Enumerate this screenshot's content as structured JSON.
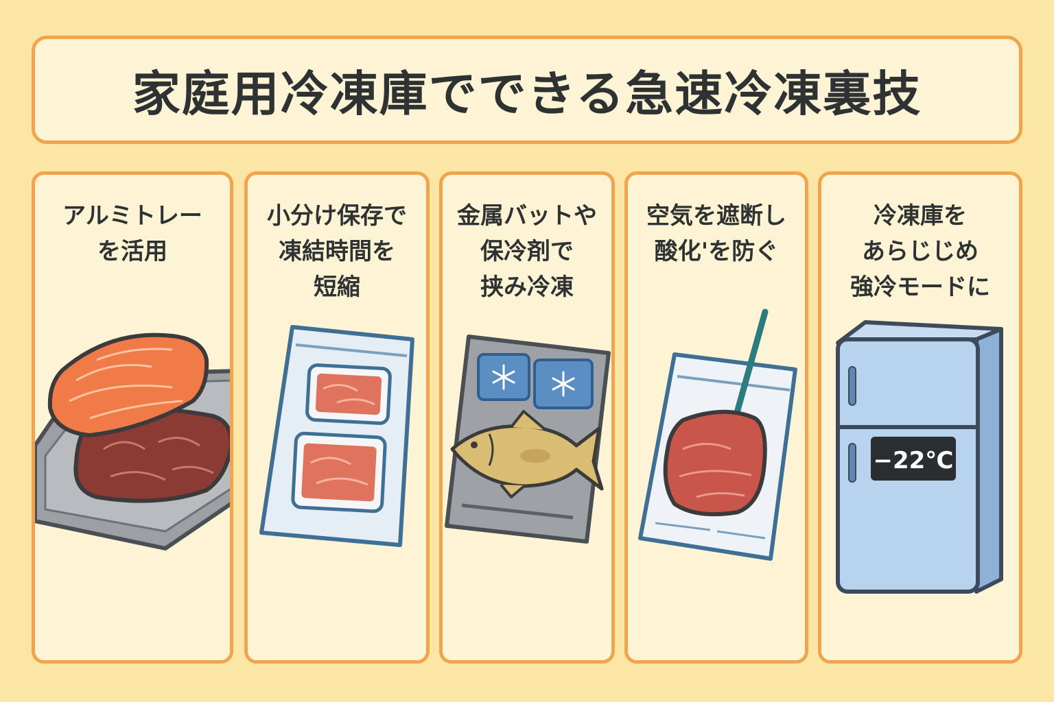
{
  "title": "家庭用冷凍庫でできる急速冷凍裏技",
  "cards": [
    {
      "name": "aluminum-tray",
      "lines": [
        "アルミトレー",
        "を活用"
      ]
    },
    {
      "name": "portion-storage",
      "lines": [
        "小分け保存で",
        "凍結時間を",
        "短縮"
      ]
    },
    {
      "name": "metal-vat",
      "lines": [
        "金属バットや",
        "保冷剤で",
        "挟み冷凍"
      ]
    },
    {
      "name": "air-seal",
      "lines": [
        "空気を遮断し",
        "酸化'を防ぐ"
      ]
    },
    {
      "name": "freezer-strong",
      "lines": [
        "冷凍庫を",
        "あらじじめ",
        "強冷モードに"
      ]
    }
  ],
  "freezer_display": "−22℃",
  "icons": [
    "salmon-icon",
    "meat-icon",
    "tray-icon",
    "ziplock-bag-icon",
    "ice-pack-icon",
    "snowflake-icon",
    "fish-icon",
    "vacuum-bag-icon",
    "straw-icon",
    "refrigerator-icon"
  ],
  "colors": {
    "background": "#fbe6a6",
    "panel": "#fdf4d6",
    "border": "#f0a44e",
    "text": "#2f3233"
  }
}
